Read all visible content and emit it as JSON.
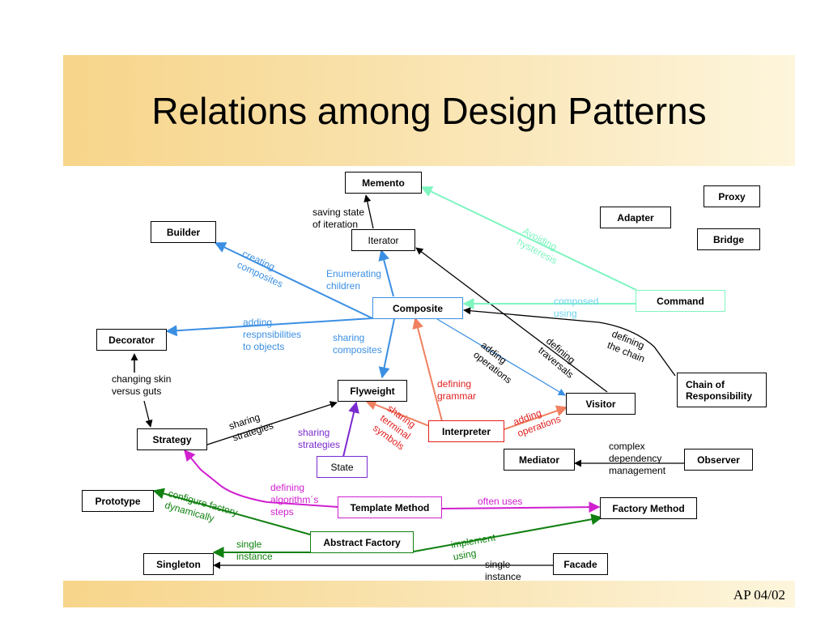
{
  "slide": {
    "title": "Relations among Design Patterns",
    "footer": "AP 04/02"
  },
  "colors": {
    "blue": "#3b8fe3",
    "cyan": "#6fd3f0",
    "mint": "#7ff5c0",
    "red": "#f08060",
    "darkred": "#e02020",
    "purple": "#7b2ad0",
    "magenta": "#d020d0",
    "green": "#108010",
    "black": "#000000"
  },
  "nodes": {
    "memento": "Memento",
    "proxy": "Proxy",
    "adapter": "Adapter",
    "bridge": "Bridge",
    "builder": "Builder",
    "iterator": "Iterator",
    "composite": "Composite",
    "command": "Command",
    "decorator": "Decorator",
    "chain": "Chain of\nResponsibility",
    "flyweight": "Flyweight",
    "visitor": "Visitor",
    "interpreter": "Interpreter",
    "strategy": "Strategy",
    "mediator": "Mediator",
    "observer": "Observer",
    "state": "State",
    "prototype": "Prototype",
    "template_method": "Template Method",
    "factory_method": "Factory Method",
    "abstract_factory": "Abstract Factory",
    "singleton": "Singleton",
    "facade": "Facade"
  },
  "edges": {
    "saving_state": "saving state\nof iteration",
    "creating_composites": "creating\ncomposites",
    "enumerating_children": "Enumerating\nchildren",
    "avoiding_hysteresis": "Avoiding\nhysteresis",
    "composed_using": "composed\nusing",
    "adding_responsibilities": "adding\nrespnsibilities\nto objects",
    "sharing_composites": "sharing\ncomposites",
    "adding_operations_blue": "adding\noperations",
    "defining_traversals": "defining\ntraversals",
    "defining_the_chain": "defining\nthe chain",
    "changing_skin": "changing skin\nversus guts",
    "defining_grammar": "defining\ngrammar",
    "sharing_terminal_symbols": "sharing\nterminal\nsymbols",
    "adding_operations_red": "adding\noperations",
    "sharing_strategies_black": "sharing\nstrategies",
    "sharing_strategies_purple": "sharing\nstrategies",
    "complex_dependency": "complex\ndependency\nmanagement",
    "defining_algorithm_steps": "defining\nalgorithm´s\nsteps",
    "often_uses": "often uses",
    "configure_factory": "configure factory\ndynamically",
    "implement_using": "implement\nusing",
    "single_instance_green": "single\ninstance",
    "single_instance_black": "single\ninstance"
  }
}
